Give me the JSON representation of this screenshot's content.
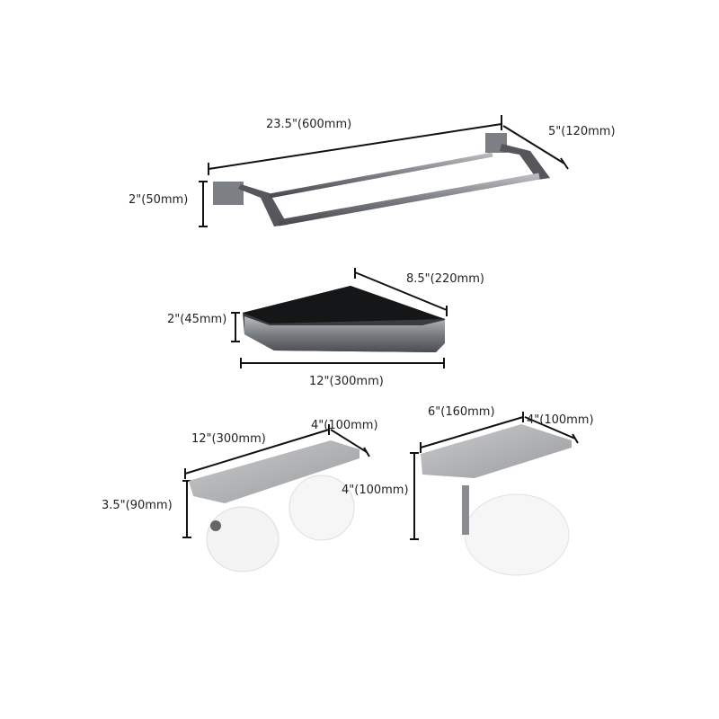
{
  "products": {
    "towel_bar": {
      "length": "23.5\"(600mm)",
      "depth": "5\"(120mm)",
      "height": "2\"(50mm)"
    },
    "corner_shelf": {
      "depth": "8.5\"(220mm)",
      "height": "2\"(45mm)",
      "width": "12\"(300mm)"
    },
    "double_paper_holder": {
      "width": "12\"(300mm)",
      "depth": "4\"(100mm)",
      "height": "3.5\"(90mm)"
    },
    "single_paper_holder": {
      "width": "6\"(160mm)",
      "depth": "4\"(100mm)",
      "height": "4\"(100mm)"
    }
  },
  "colors": {
    "metal": "#6b6e72",
    "dark": "#2a2b2d",
    "line": "#111111"
  }
}
